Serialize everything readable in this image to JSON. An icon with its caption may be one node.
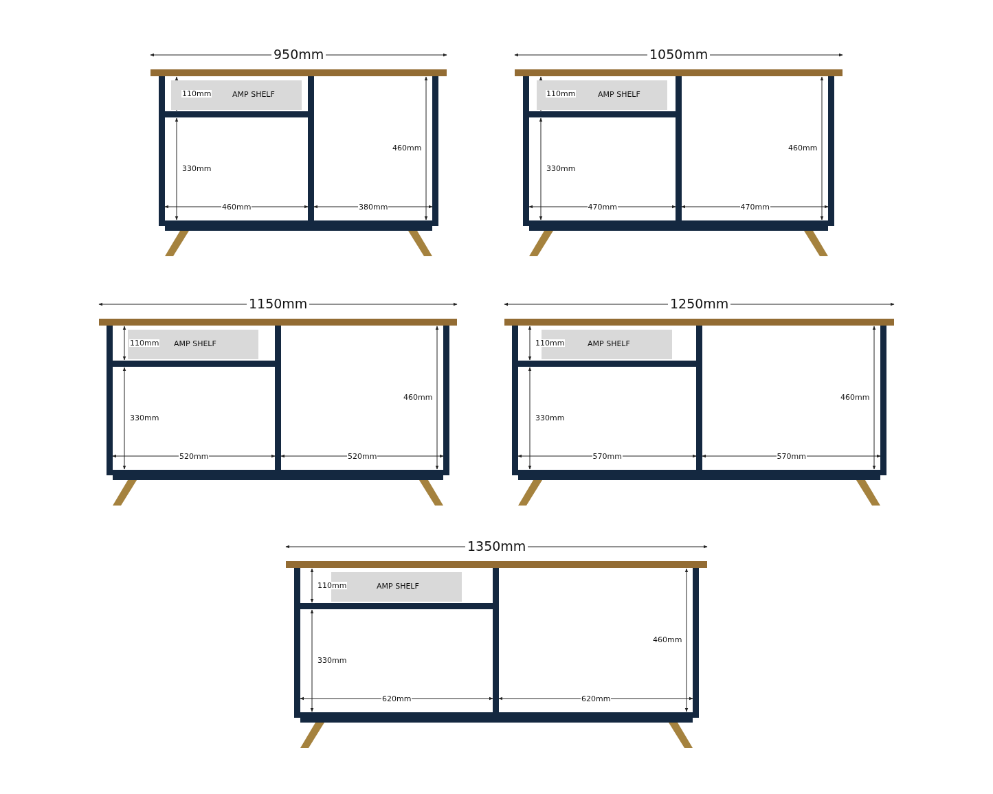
{
  "diagram": {
    "nodes": [
      {
        "text": [
          "AMP SHELF"
        ]
      },
      {
        "text": [
          "AMP SHELF"
        ]
      },
      {
        "text": [
          "AMP SHELF"
        ]
      },
      {
        "text": [
          "AMP SHELF"
        ]
      },
      {
        "text": [
          "AMP SHELF"
        ]
      }
    ],
    "labels": [
      "950mm",
      "110mm",
      "460mm",
      "330mm",
      "460mm",
      "380mm",
      "1050mm",
      "110mm",
      "460mm",
      "330mm",
      "470mm",
      "470mm",
      "1150mm",
      "110mm",
      "460mm",
      "330mm",
      "520mm",
      "520mm",
      "1250mm",
      "110mm",
      "460mm",
      "330mm",
      "570mm",
      "570mm",
      "1350mm",
      "110mm",
      "460mm",
      "330mm",
      "620mm",
      "620mm"
    ]
  }
}
